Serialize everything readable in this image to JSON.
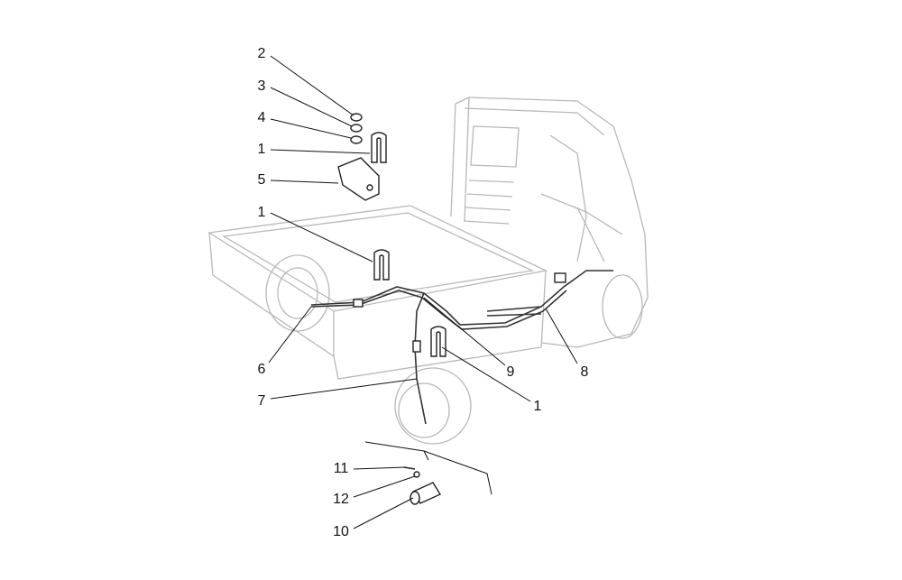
{
  "diagram": {
    "callouts": [
      {
        "id": "c2",
        "text": "2"
      },
      {
        "id": "c3",
        "text": "3"
      },
      {
        "id": "c4",
        "text": "4"
      },
      {
        "id": "c1a",
        "text": "1"
      },
      {
        "id": "c5",
        "text": "5"
      },
      {
        "id": "c1b",
        "text": "1"
      },
      {
        "id": "c6",
        "text": "6"
      },
      {
        "id": "c7",
        "text": "7"
      },
      {
        "id": "c9",
        "text": "9"
      },
      {
        "id": "c8",
        "text": "8"
      },
      {
        "id": "c1c",
        "text": "1"
      },
      {
        "id": "c11",
        "text": "11"
      },
      {
        "id": "c12",
        "text": "12"
      },
      {
        "id": "c10",
        "text": "10"
      }
    ]
  }
}
